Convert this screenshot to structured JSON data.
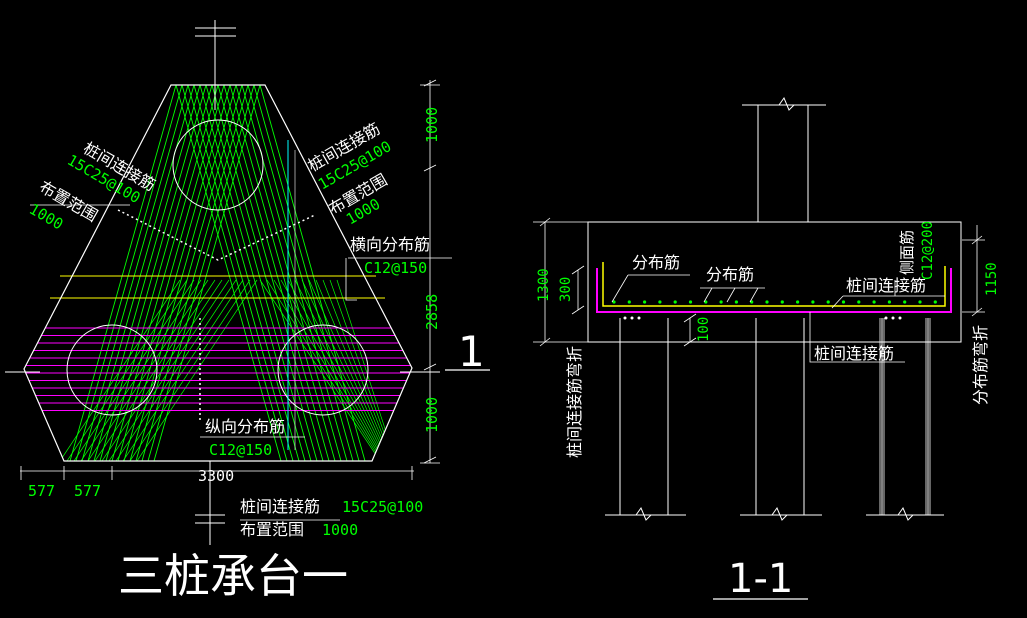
{
  "colors": {
    "background": "#000000",
    "outline": "#ffffff",
    "main_rebar": "#00ff00",
    "distribution_rebar": "#ff00ff",
    "transverse_rebar": "#ffff00",
    "axis": "#00ffff",
    "dimension_text": "#00ff00"
  },
  "plan": {
    "title": "三桩承台一",
    "section_mark": "1",
    "labels": {
      "left_tie_name": "桩间连接筋",
      "left_tie_spec": "15C25@100",
      "left_tie_range": "布置范围",
      "left_tie_range_val": "1000",
      "right_tie_name": "桩间连接筋",
      "right_tie_spec": "15C25@100",
      "right_tie_range": "布置范围",
      "right_tie_range_val": "1000",
      "transverse_name": "横向分布筋",
      "transverse_spec": "C12@150",
      "longitudinal_name": "纵向分布筋",
      "longitudinal_spec": "C12@150",
      "bottom_tie_name": "桩间连接筋",
      "bottom_tie_spec": "15C25@100",
      "bottom_tie_range": "布置范围",
      "bottom_tie_range_val": "1000"
    },
    "dimensions": {
      "right_top": "1000",
      "right_middle": "2858",
      "right_bottom": "1000",
      "bottom_total": "3300",
      "bottom_left_1": "577",
      "bottom_left_2": "577"
    }
  },
  "section": {
    "title": "1-1",
    "labels": {
      "dist_1": "分布筋",
      "dist_2": "分布筋",
      "tie_top": "桩间连接筋",
      "tie_bottom": "桩间连接筋",
      "side_rebar": "侧面筋",
      "side_spec": "C12@200",
      "left_bend": "桩间连接筋弯折",
      "right_bend": "分布筋弯折"
    },
    "dimensions": {
      "left_total": "1300",
      "left_partial": "300",
      "cover": "100",
      "right_total": "1150"
    }
  }
}
